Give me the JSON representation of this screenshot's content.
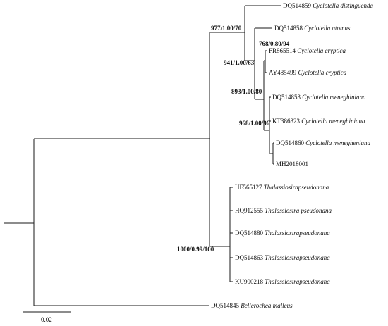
{
  "tree": {
    "leaves": [
      {
        "id": "dq514859",
        "accession": "DQ514859",
        "species": "Cyclotella distinguenda"
      },
      {
        "id": "dq514858",
        "accession": "DQ514858",
        "species": "Cyclotella atomus"
      },
      {
        "id": "fr865514",
        "accession": "FR865514",
        "species": "Cyclotella cryptica"
      },
      {
        "id": "ay485499",
        "accession": "AY485499",
        "species": "Cyclotella cryptica"
      },
      {
        "id": "dq514853",
        "accession": "DQ514853",
        "species": "Cyclotella meneghiniana"
      },
      {
        "id": "kt386323",
        "accession": "KT386323",
        "species": "Cyclotella meneghiniana"
      },
      {
        "id": "dq514860",
        "accession": "DQ514860",
        "species": "Cyclotella menegheniana"
      },
      {
        "id": "mh2018001",
        "accession": "MH2018001",
        "species": ""
      },
      {
        "id": "hf565127",
        "accession": "HF565127",
        "species": "Thalassiosirapseudonana"
      },
      {
        "id": "hq912555",
        "accession": "HQ912555",
        "species": "Thalassiosira pseudonana"
      },
      {
        "id": "dq514880",
        "accession": "DQ514880",
        "species": "Thalassiosirapseudonana"
      },
      {
        "id": "dq514863",
        "accession": "DQ514863",
        "species": "Thalassiosirapseudonana"
      },
      {
        "id": "ku900218",
        "accession": "KU900218",
        "species": "Thalassiosirapseudonana"
      },
      {
        "id": "dq514845",
        "accession": "DQ514845",
        "species": "Bellerochea malleus"
      }
    ],
    "support_values": {
      "n_977": "977/1.00/70",
      "n_941": "941/1.00/63",
      "n_768": "768/0.80/94",
      "n_893": "893/1.00/80",
      "n_968": "968/1.00/96",
      "n_1000": "1000/0.99/100"
    },
    "scale_bar": {
      "label": "0.02",
      "length": 0.02
    }
  }
}
